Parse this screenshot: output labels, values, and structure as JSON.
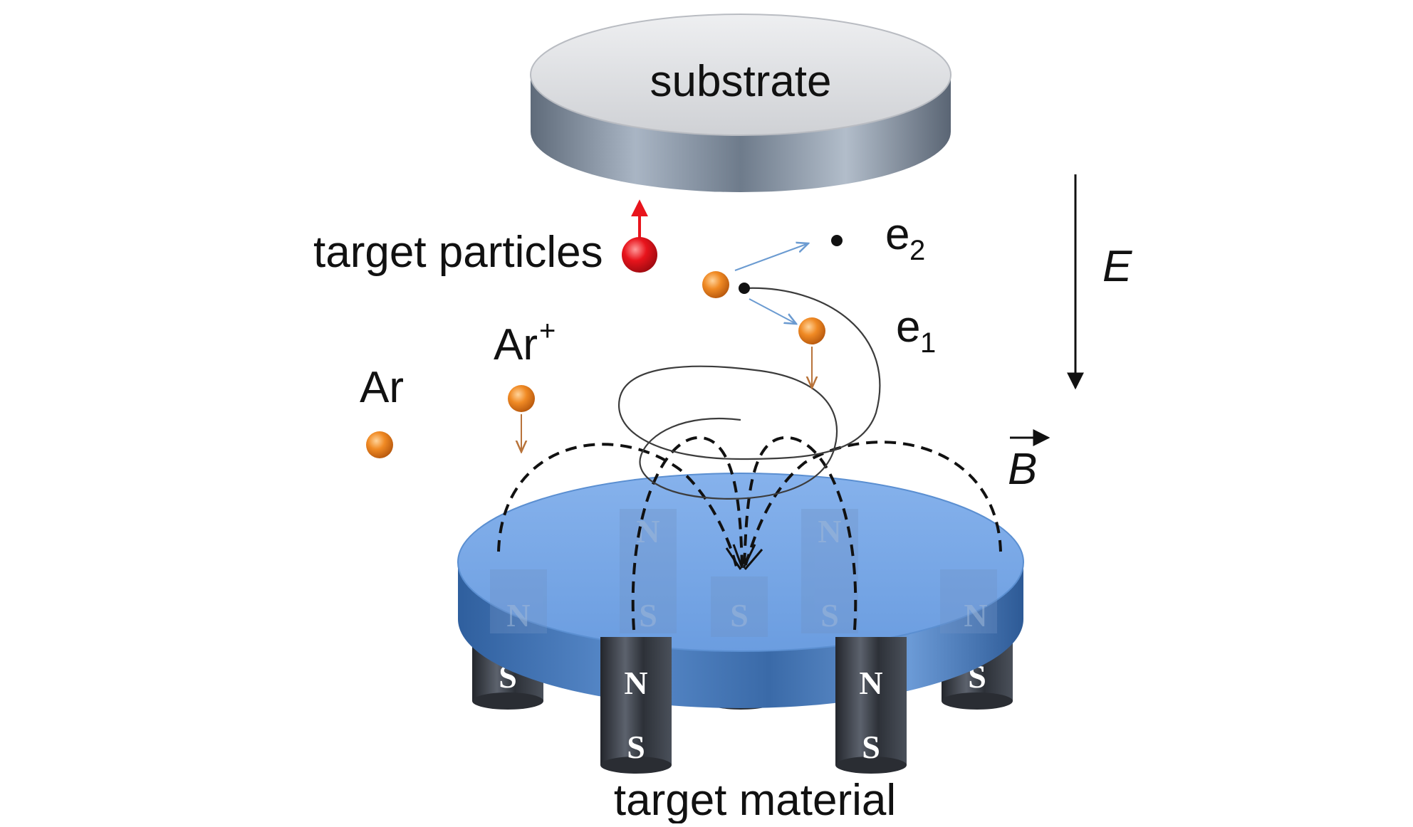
{
  "labels": {
    "substrate": "substrate",
    "target_particles": "target particles",
    "ar": "Ar",
    "ar_ion": "Ar",
    "ar_ion_sup": "+",
    "e1": "e",
    "e1_sub": "1",
    "e2": "e",
    "e2_sub": "2",
    "efield": "E",
    "bfield": "B",
    "target_material": "target material"
  },
  "magnets": {
    "north": "N",
    "south": "S"
  },
  "colors": {
    "substrate_top": "#dcdde0",
    "substrate_side": "#7b8796",
    "target_top": "#7aa9e6",
    "target_side": "#3d6fae",
    "magnet": "#3b3f47",
    "argon": "#e8821e",
    "target_particle": "#e8141c",
    "electron": "#111111",
    "trajectory_arrow": "#6b9bd1",
    "ion_arrow": "#b8733a"
  },
  "icons": {
    "field_arrow": "arrow-down",
    "vector_arrow": "arrow-right"
  }
}
